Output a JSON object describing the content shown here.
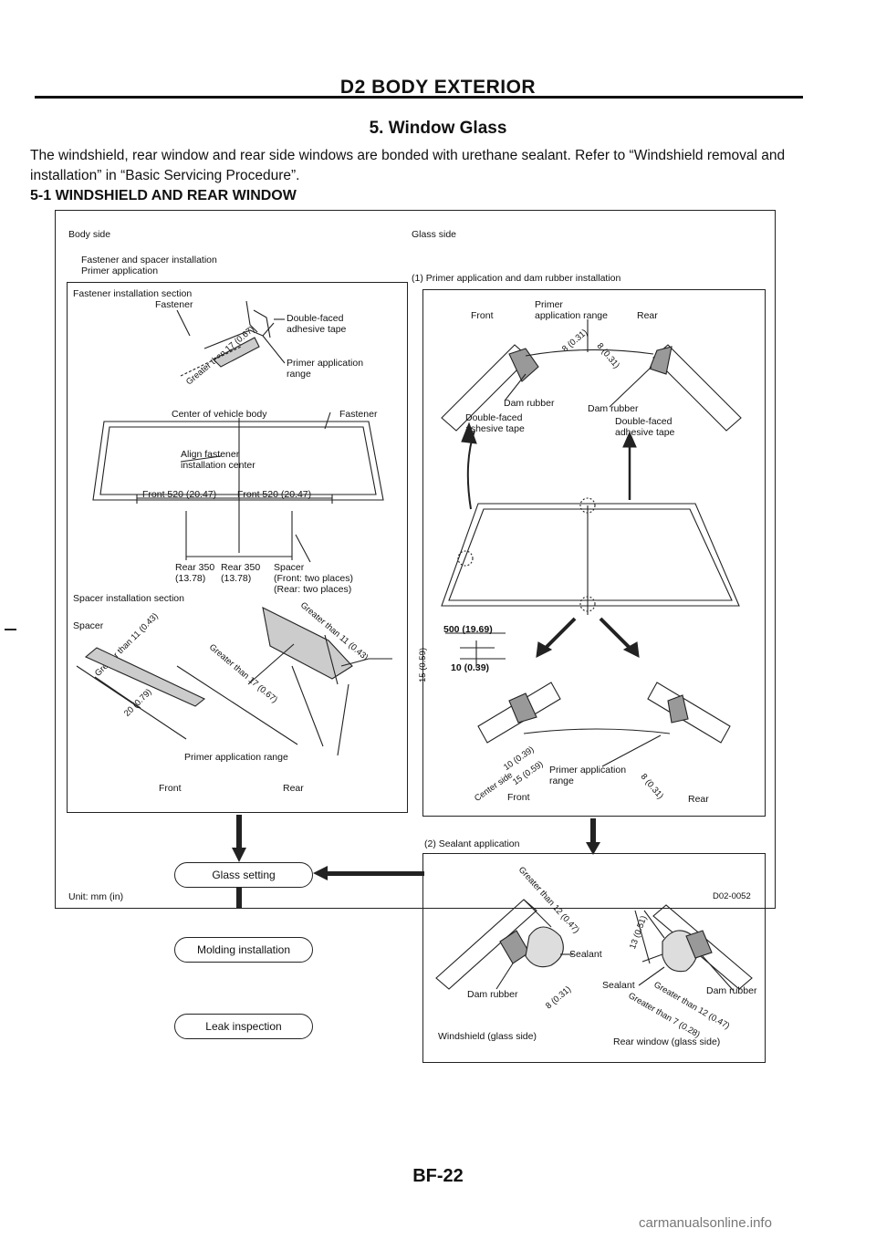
{
  "header": {
    "section": "D2 BODY EXTERIOR"
  },
  "title": "5. Window Glass",
  "intro": "The windshield, rear window and rear side windows are bonded with urethane sealant. Refer to “Windshield removal and installation” in “Basic Servicing Procedure”.",
  "subheading": "5-1 WINDSHIELD AND REAR WINDOW",
  "figure": {
    "body_side": {
      "heading": "Body side",
      "box_title_1": "Fastener and spacer installation",
      "box_title_2": "Primer application",
      "fastener_section": "Fastener installation section",
      "fastener": "Fastener",
      "double_faced": "Double-faced",
      "adhesive_tape": "adhesive tape",
      "primer_application": "Primer application",
      "range": "range",
      "greater_than_17": "Greater than 17 (0.67)",
      "center_of_vehicle_body": "Center of vehicle body",
      "fastener_right": "Fastener",
      "align_fastener": "Align fastener",
      "installation_center": "installation center",
      "front_left": "Front 520 (20.47)",
      "front_right": "Front 520 (20.47)",
      "rear_left": "Rear 350",
      "rear_left_in": "(13.78)",
      "rear_right": "Rear 350",
      "rear_right_in": "(13.78)",
      "spacer_label": "Spacer",
      "spacer_front": "(Front: two places)",
      "spacer_rear": "(Rear: two places)",
      "spacer_section": "Spacer installation section",
      "spacer": "Spacer",
      "greater_than_11a": "Greater than 11 (0.43)",
      "greater_than_11b": "Greater than 11 (0.43)",
      "greater_than_17b": "Greater than 17 (0.67)",
      "dim_20": "20 (0.79)",
      "primer_range": "Primer application range",
      "front": "Front",
      "rear": "Rear"
    },
    "glass_side": {
      "heading": "Glass side",
      "step1": "(1) Primer application and dam rubber installation",
      "front": "Front",
      "primer": "Primer",
      "application_range": "application range",
      "rear": "Rear",
      "dim_8_031a": "8 (0.31)",
      "dim_8_031b": "8 (0.31)",
      "dam_rubber_1": "Dam rubber",
      "dam_rubber_2": "Dam rubber",
      "double_faced_1": "Double-faced",
      "ashesive_tape": "ashesive tape",
      "double_faced_2": "Double-faced",
      "adhesive_tape": "adhesive tape",
      "dim_500": "500 (19.69)",
      "dim_15": "15 (0.59)",
      "dim_10": "10 (0.39)",
      "center_side": "Center side",
      "dim_10_039": "10 (0.39)",
      "dim_15_059": "15 (0.59)",
      "primer_application": "Primer application",
      "range": "range",
      "front2": "Front",
      "dim_8_031c": "8 (0.31)",
      "rear2": "Rear",
      "step2": "(2) Sealant application",
      "greater_than_12": "Greater than 12 (0.47)",
      "dim_13": "13 (0.51)",
      "sealant_1": "Sealant",
      "sealant_2": "Sealant",
      "dam_rubber_3": "Dam rubber",
      "dim_8_031d": "8 (0.31)",
      "dam_rubber_4": "Dam rubber",
      "greater_than_12b": "Greater than 12 (0.47)",
      "greater_than_7": "Greater than 7 (0.28)",
      "windshield": "Windshield (glass side)",
      "rear_window": "Rear window (glass side)"
    },
    "flow": [
      "Glass setting",
      "Molding installation",
      "Leak inspection"
    ],
    "unit": "Unit: mm (in)",
    "code": "D02-0052"
  },
  "footer": {
    "page": "BF-22"
  },
  "watermark": "carmanualsonline.info"
}
